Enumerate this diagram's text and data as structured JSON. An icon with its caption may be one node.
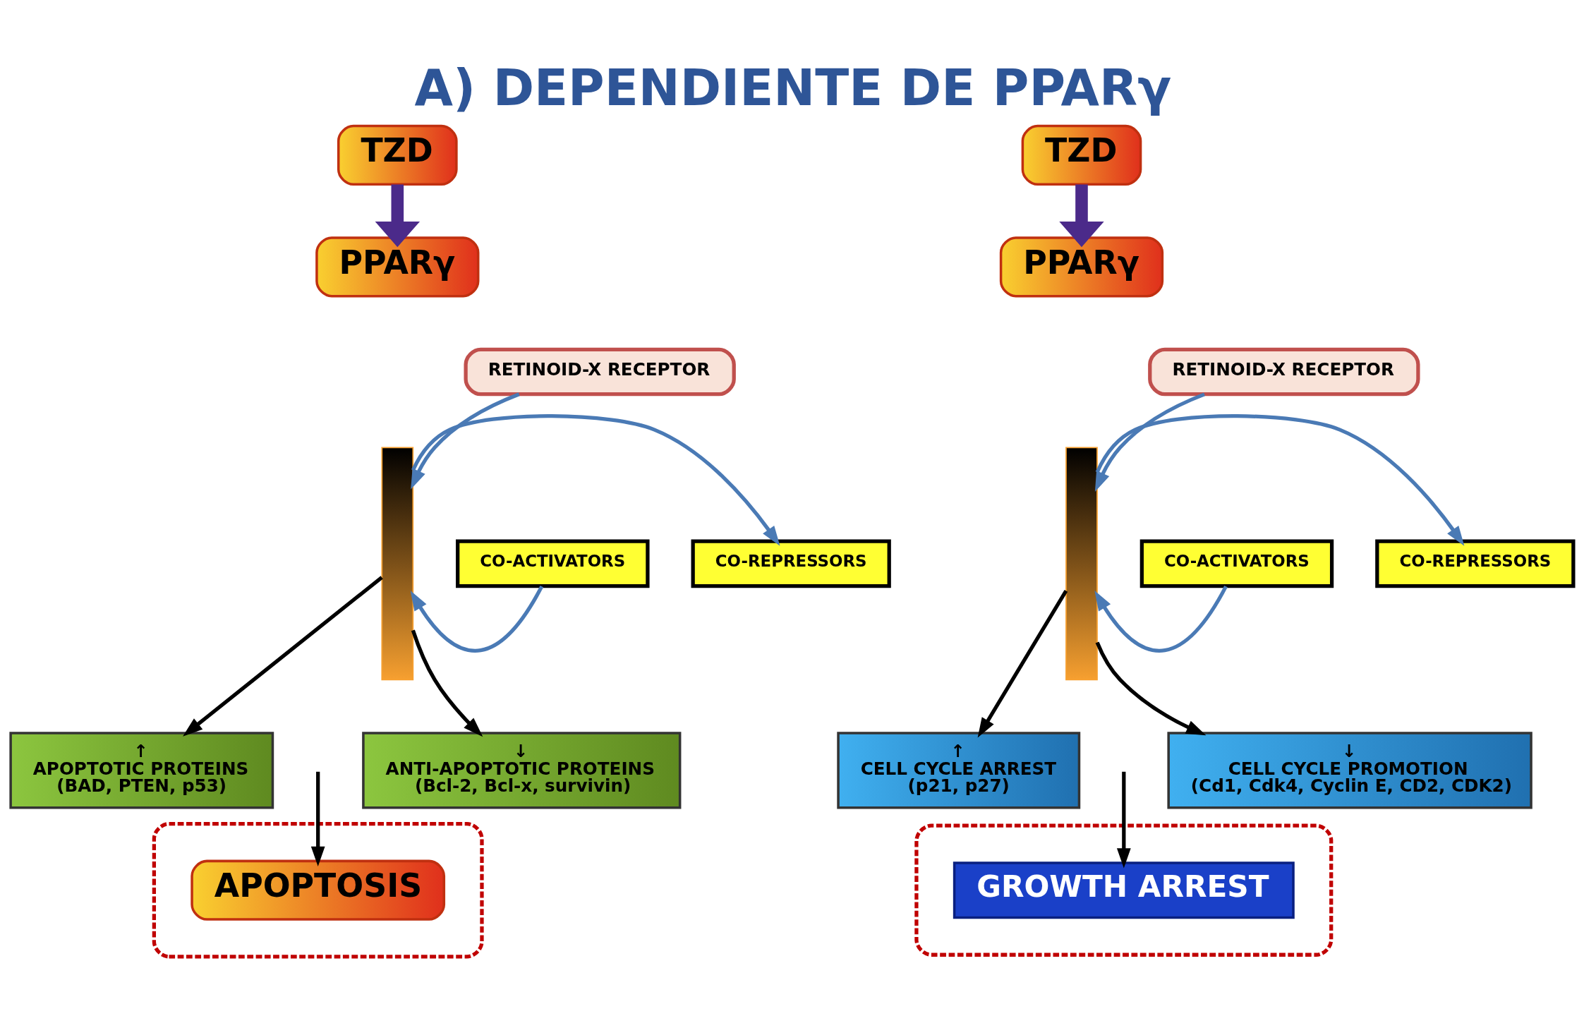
{
  "diagram": {
    "title": "A) DEPENDIENTE DE PPARγ",
    "nodes": [
      {
        "text": [
          "TZD"
        ]
      },
      {
        "text": [
          "PPARγ"
        ]
      },
      {
        "text": [],
        "shape": "bar"
      },
      {
        "text": [
          "RETINOID-X RECEPTOR"
        ]
      },
      {
        "text": [
          "CO-REPRESSORS"
        ]
      },
      {
        "text": [
          "CO-ACTIVATORS"
        ]
      },
      {
        "text": [
          "↑",
          "APOPTOTIC PROTEINS",
          "(BAD, PTEN, p53)"
        ]
      },
      {
        "text": [
          "↓",
          "ANTI-APOPTOTIC PROTEINS",
          "(Bcl-2, Bcl-x, survivin)"
        ]
      },
      {
        "text": [],
        "shape": "ellipse"
      },
      {
        "text": [
          "APOPTOSIS"
        ],
        "in": 8
      },
      {
        "text": [
          "TZD"
        ]
      },
      {
        "text": [
          "PPARγ"
        ]
      },
      {
        "text": [],
        "shape": "bar"
      },
      {
        "text": [
          "RETINOID-X RECEPTOR"
        ]
      },
      {
        "text": [
          "CO-REPRESSORS"
        ]
      },
      {
        "text": [
          "CO-ACTIVATORS"
        ]
      },
      {
        "text": [
          "↑",
          "CELL CYCLE ARREST",
          "(p21, p27)"
        ]
      },
      {
        "text": [
          "↓",
          "CELL CYCLE PROMOTION",
          "(Cd1, Cdk4, Cyclin E, CD2, CDK2)"
        ]
      },
      {
        "text": [],
        "shape": "ellipse"
      },
      {
        "text": [
          "GROWTH ARREST"
        ],
        "in": 18
      }
    ],
    "edges": [
      {
        "from": 0,
        "to": 1,
        "arrow": "to",
        "style": "thick",
        "color": "#4b2a8a"
      },
      {
        "from": 3,
        "to": 2,
        "arrow": "to",
        "color": "#4a7ab5"
      },
      {
        "from": 2,
        "to": 4,
        "arrow": "to",
        "color": "#4a7ab5"
      },
      {
        "from": 5,
        "to": 2,
        "arrow": "to",
        "color": "#4a7ab5"
      },
      {
        "from": 2,
        "to": 6,
        "arrow": "to",
        "color": "#000000"
      },
      {
        "from": 2,
        "to": 7,
        "arrow": "to",
        "color": "#000000"
      },
      {
        "from": null,
        "to": 9,
        "arrow": "to",
        "color": "#000000"
      },
      {
        "from": 10,
        "to": 11,
        "arrow": "to",
        "style": "thick",
        "color": "#4b2a8a"
      },
      {
        "from": 13,
        "to": 12,
        "arrow": "to",
        "color": "#4a7ab5"
      },
      {
        "from": 12,
        "to": 14,
        "arrow": "to",
        "color": "#4a7ab5"
      },
      {
        "from": 15,
        "to": 12,
        "arrow": "to",
        "color": "#4a7ab5"
      },
      {
        "from": 12,
        "to": 16,
        "arrow": "to",
        "color": "#000000"
      },
      {
        "from": 12,
        "to": 17,
        "arrow": "to",
        "color": "#000000"
      },
      {
        "from": null,
        "to": 19,
        "arrow": "to",
        "color": "#000000"
      }
    ]
  }
}
